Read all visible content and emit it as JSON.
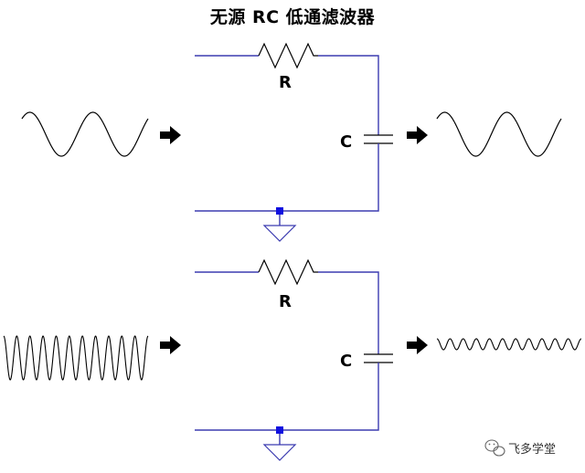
{
  "title": "无源 RC 低通滤波器",
  "colors": {
    "wire": "#3b3bb0",
    "node": "#1010e0",
    "signal": "#000000",
    "arrow": "#000000"
  },
  "circuits": [
    {
      "resistor_label": "R",
      "capacitor_label": "C",
      "input_wave": {
        "cycles": 2,
        "description_icon": "sine-wave-icon"
      },
      "output_wave": {
        "cycles": 2,
        "description_icon": "sine-wave-icon"
      }
    },
    {
      "resistor_label": "R",
      "capacitor_label": "C",
      "input_wave": {
        "cycles": 11,
        "description_icon": "sine-wave-icon"
      },
      "output_wave": {
        "cycles": 11,
        "description_icon": "sine-wave-icon"
      }
    }
  ],
  "watermark": {
    "icon": "wechat-icon",
    "text": "飞多学堂"
  }
}
